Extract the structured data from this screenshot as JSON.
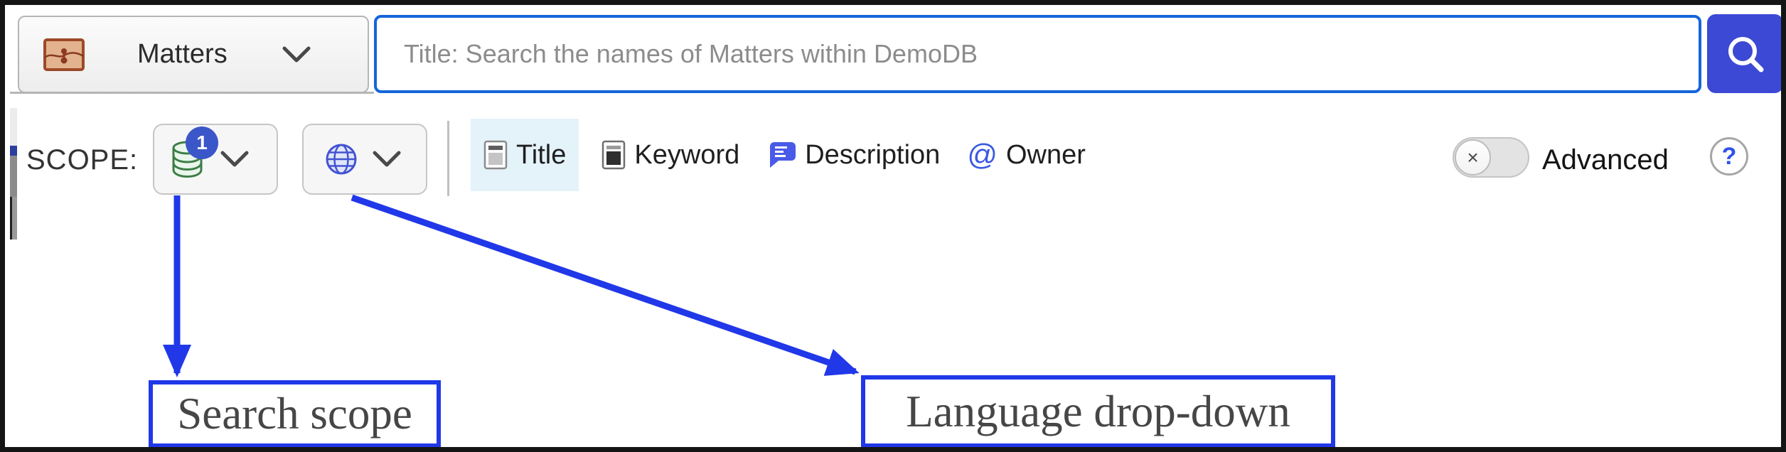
{
  "topbar": {
    "entity_dropdown": {
      "label": "Matters"
    },
    "search_input": {
      "placeholder": "Title: Search the names of Matters within DemoDB",
      "value": ""
    }
  },
  "scope_row": {
    "label": "SCOPE:",
    "scope_dropdown": {
      "badge_count": "1"
    },
    "language_dropdown": {},
    "filters": [
      {
        "label": "Title",
        "active": true
      },
      {
        "label": "Keyword",
        "active": false
      },
      {
        "label": "Description",
        "active": false
      },
      {
        "label": "Owner",
        "active": false
      }
    ],
    "advanced": {
      "label": "Advanced",
      "state": "off",
      "knob_glyph": "×"
    },
    "help": {
      "glyph": "?"
    }
  },
  "annotations": {
    "scope_note": "Search scope",
    "language_note": "Language drop-down"
  },
  "icons": {
    "entity": "briefcase-icon",
    "search": "magnifier-icon",
    "scope": "database-icon",
    "language": "globe-icon",
    "title_filter": "document-icon",
    "keyword_filter": "document-filled-icon",
    "description_filter": "comment-icon",
    "owner_filter": "at-sign-icon"
  },
  "colors": {
    "input_border": "#1565d9",
    "search_button": "#3c49d4",
    "badge": "#3a56c8",
    "annotation_blue": "#2038e8",
    "active_chip_bg": "#e4f2fa",
    "database_green": "#3c7d46",
    "globe_blue": "#4353d0",
    "briefcase_brown": "#9c4a28"
  }
}
